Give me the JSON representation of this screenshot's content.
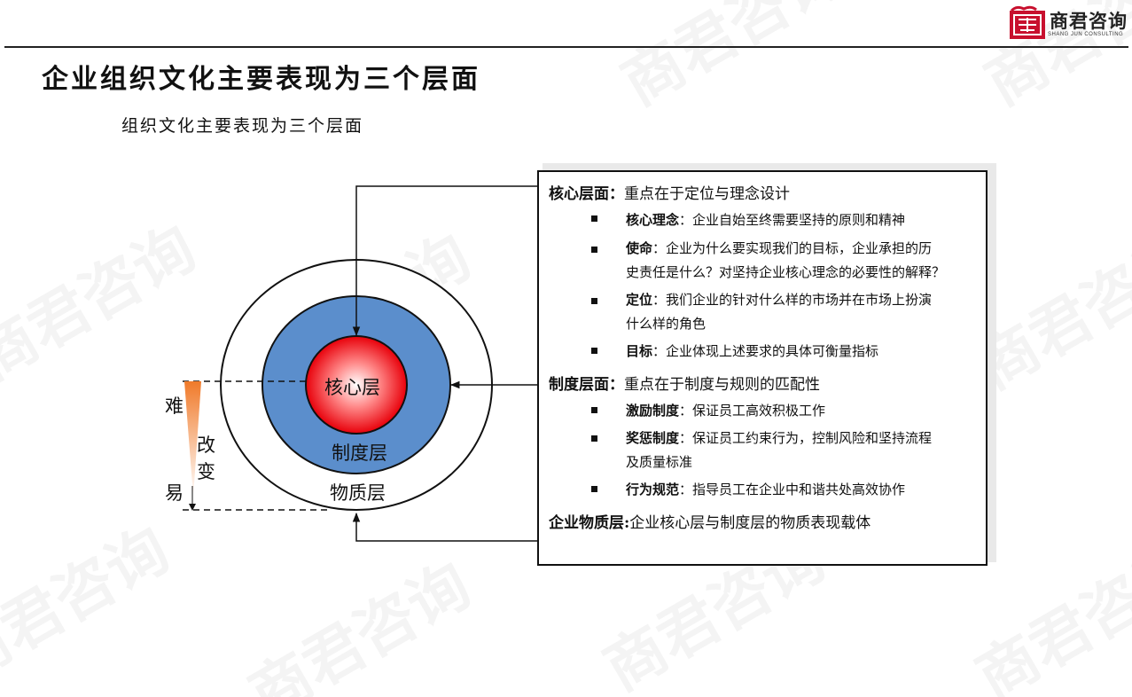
{
  "header": {
    "logo_text": "商君咨询",
    "logo_subtext": "SHANG JUN CONSULTING",
    "page_title": "企业组织文化主要表现为三个层面",
    "subtitle": "组织文化主要表现为三个层面"
  },
  "watermark_text": "商君咨询",
  "diagram": {
    "core_label": "核心层",
    "system_label": "制度层",
    "material_label": "物质层",
    "difficulty": {
      "hard": "难",
      "change_1": "改",
      "change_2": "变",
      "easy": "易"
    },
    "colors": {
      "core_gradient_center": "#ffffff",
      "core_gradient_edge": "#e8000a",
      "system_ring": "#5b8ecc",
      "arrow_gradient_top": "#f07a2a"
    }
  },
  "panel": {
    "core_section": {
      "heading": "核心层面：",
      "text": "重点在于定位与理念设计",
      "items": [
        {
          "label": "核心理念",
          "lines": [
            "：企业自始至终需要坚持的原则和精神"
          ]
        },
        {
          "label": "使命",
          "lines": [
            "：企业为什么要实现我们的目标，企业承担的历",
            "史责任是什么？对坚持企业核心理念的必要性的解释？"
          ]
        },
        {
          "label": "定位",
          "lines": [
            "：我们企业的针对什么样的市场并在市场上扮演",
            "什么样的角色"
          ]
        },
        {
          "label": "目标",
          "lines": [
            "：企业体现上述要求的具体可衡量指标"
          ]
        }
      ]
    },
    "system_section": {
      "heading": "制度层面：",
      "text": "重点在于制度与规则的匹配性",
      "items": [
        {
          "label": "激励制度",
          "lines": [
            "：保证员工高效积极工作"
          ]
        },
        {
          "label": "奖惩制度",
          "lines": [
            "：保证员工约束行为，控制风险和坚持流程",
            "及质量标准"
          ]
        },
        {
          "label": "行为规范",
          "lines": [
            "：指导员工在企业中和谐共处高效协作"
          ]
        }
      ]
    },
    "material_section": {
      "heading": "企业物质层:",
      "text": "企业核心层与制度层的物质表现载体"
    }
  }
}
